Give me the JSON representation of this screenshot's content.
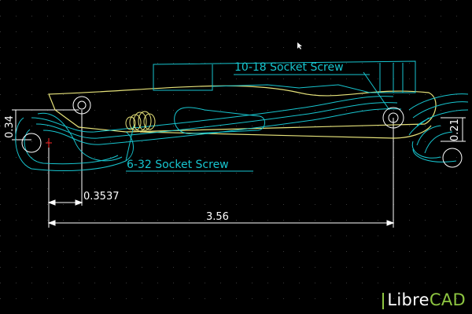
{
  "app": {
    "logo_libre": "Libre",
    "logo_cad": "CAD"
  },
  "drawing": {
    "label_socket_large": "10-18 Socket Screw",
    "label_socket_small": "6-32 Socket Screw",
    "dim_height_left": "0.34",
    "dim_height_right": "0.21",
    "dim_small": "0.3537",
    "dim_long": "3.56"
  },
  "colors": {
    "background": "#000000",
    "grid_dot": "#3a3a3a",
    "cyan": "#17c5cf",
    "yellow": "#e6e27a",
    "white": "#ffffff",
    "red": "#ff2a2a",
    "logo_green": "#8ec641"
  }
}
